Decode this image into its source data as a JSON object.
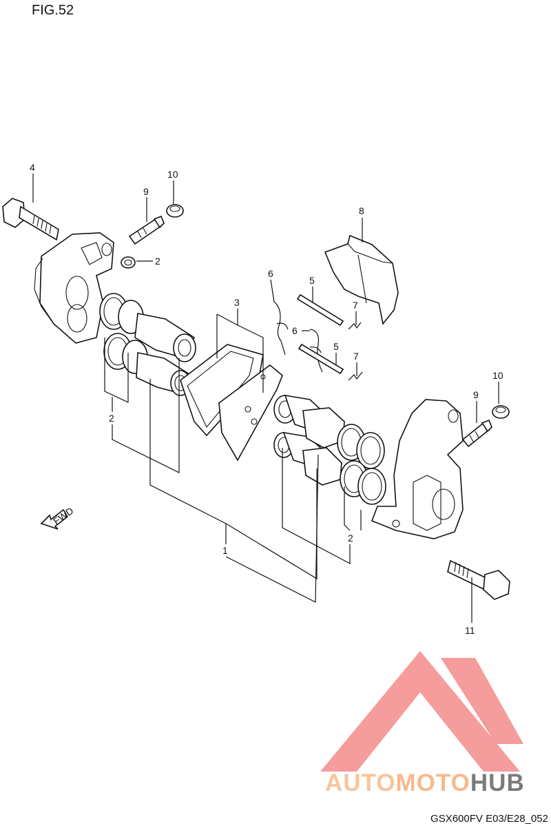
{
  "figure": {
    "title": "FIG.52",
    "code": "GSX600FV E03/E28_052"
  },
  "callouts": {
    "c1": "1",
    "c2a": "2",
    "c2b": "2",
    "c2c": "2",
    "c3": "3",
    "c4": "4",
    "c5a": "5",
    "c5b": "5",
    "c6a": "6",
    "c6b": "6",
    "c7a": "7",
    "c7b": "7",
    "c8": "8",
    "c9a": "9",
    "c9b": "9",
    "c10a": "10",
    "c10b": "10",
    "c11": "11"
  },
  "fwd_label": "FWD",
  "watermark": {
    "auto": "AUTO",
    "moto": "MOTO",
    "hub": "HUB",
    "logo_color": "#f48b8b",
    "text_color_light": "#f9c49a",
    "text_color_dark": "#7b7b7b"
  }
}
